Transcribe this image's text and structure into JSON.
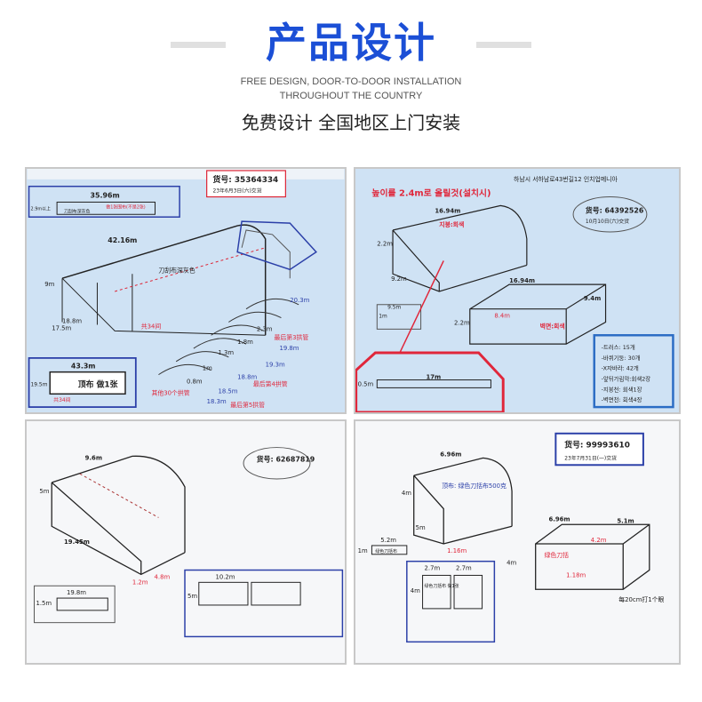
{
  "header": {
    "title": "产品设计",
    "subtitle_en_line1": "FREE DESIGN, DOOR-TO-DOOR INSTALLATION",
    "subtitle_en_line2": "THROUGHOUT THE COUNTRY",
    "subtitle_cn": "免费设计 全国地区上门安装",
    "title_color": "#1b4fd6"
  },
  "panels": [
    {
      "order_no": "货号: 35364334",
      "delivery": "23年6月3日(六)交货",
      "labels": {
        "width": "35.96m",
        "height_min": "2.9m以上",
        "cloth": "刀刮布深灰色",
        "side": "做1张围布(不是2张)",
        "length": "42.16m",
        "roof_color": "刀刮布深灰色",
        "h9": "9m",
        "h18": "18.8m",
        "h175": "17.5m",
        "total": "共34间",
        "top_w": "43.3m",
        "top_h": "19.5m",
        "top_label": "顶布 做1张",
        "top_total": "共34间",
        "m203": "20.3m",
        "m198": "19.8m",
        "m193": "19.3m",
        "m188": "18.8m",
        "m185": "18.5m",
        "m183": "18.3m",
        "others": "其他30个拱管",
        "last5": "最后第5拱管",
        "last4": "最后第4拱管",
        "last3": "最后第3拱管",
        "m08": "0.8m",
        "m1": "1m",
        "m13": "1.3m",
        "m18": "1.8m",
        "m23": "2.3m"
      }
    },
    {
      "address": "하남시 서하남로43번길12    인치업메니아",
      "height_note": "높이를 2.4m로 올릴것(설치시)",
      "order_no": "货号: 64392526",
      "delivery": "10月10日(六)交货",
      "labels": {
        "length": "16.94m",
        "roof": "지붕:회색",
        "h22": "2.2m",
        "h92": "9.2m",
        "w95": "9.5m",
        "h1": "1m",
        "box_len": "16.94m",
        "box_w": "9.4m",
        "box_h": "2.2m",
        "wall": "벽면:회색",
        "h84": "8.4m",
        "strip_len": "17m",
        "strip_h": "0.5m"
      },
      "specs": [
        "-트러스: 15개",
        "-바퀴기둥: 30개",
        "-X자바라: 42개",
        "-앞뒤가림막:회색2장",
        "-지붕천: 회색1장",
        "-벽면천: 회색4장"
      ]
    },
    {
      "order_no": "货号: 62687819",
      "labels": {
        "width": "9.6m",
        "height": "5m",
        "length": "19.45m",
        "m12": "1.2m",
        "m48": "4.8m",
        "top_w": "19.8m",
        "top_h": "1.5m",
        "side_w": "10.2m",
        "side_h": "5m"
      }
    },
    {
      "order_no": "货号: 99993610",
      "delivery": "23年7月31日(一)交货",
      "labels": {
        "width": "6.96m",
        "roof": "顶布: 绿色刀括布500克",
        "h4": "4m",
        "h5": "5m",
        "m116": "1.16m",
        "strip_w": "5.2m",
        "strip_h": "1m",
        "strip_label": "绿色刀括布",
        "box_w": "6.96m",
        "box_d": "5.1m",
        "box_h": "4m",
        "box_cloth": "绿色刀括",
        "m42": "4.2m",
        "m118": "1.18m",
        "m20": "每20cm打1个眼",
        "d27a": "2.7m",
        "d27b": "2.7m",
        "d4": "4m",
        "door_label": "绿色刀括布 做1张"
      }
    }
  ],
  "colors": {
    "panel_blue": "#cfe2f4",
    "annot_red": "#e0263a",
    "frame_blue": "#2b3fa8"
  }
}
